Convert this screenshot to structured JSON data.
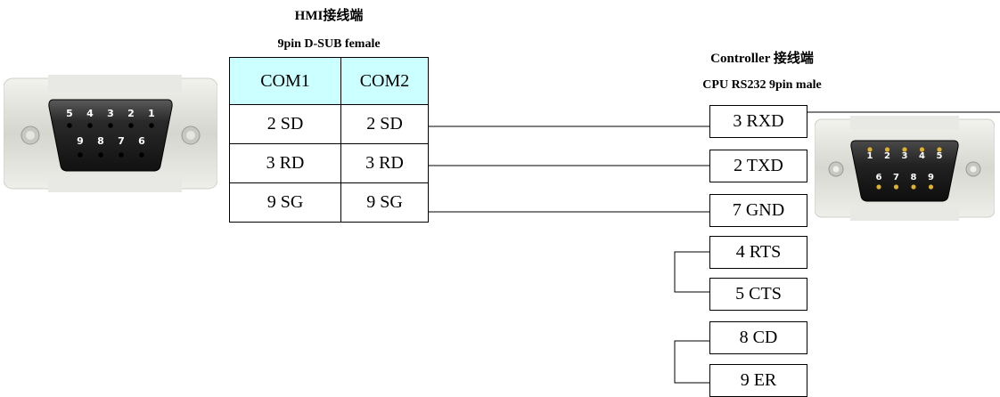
{
  "hmi": {
    "title": "HMI接线端",
    "subtitle": "9pin D-SUB female",
    "columns": [
      "COM1",
      "COM2"
    ],
    "rows": [
      [
        "2 SD",
        "2 SD"
      ],
      [
        "3 RD",
        "3 RD"
      ],
      [
        "9 SG",
        "9 SG"
      ]
    ],
    "connector_pins_top": [
      "5",
      "4",
      "3",
      "2",
      "1"
    ],
    "connector_pins_bottom": [
      "9",
      "8",
      "7",
      "6"
    ]
  },
  "controller": {
    "title": "Controller 接线端",
    "subtitle": "CPU RS232 9pin male",
    "pins": [
      "3 RXD",
      "2 TXD",
      "7 GND",
      "4 RTS",
      "5 CTS",
      "8 CD",
      "9 ER"
    ],
    "connector_pins_top": [
      "1",
      "2",
      "3",
      "4",
      "5"
    ],
    "connector_pins_bottom": [
      "6",
      "7",
      "8",
      "9"
    ]
  },
  "colors": {
    "header_fill": "#ccffff",
    "connector_shell": "#dcdcd6",
    "connector_body": "#2b2b2b",
    "pin_gold": "#e0b030"
  }
}
